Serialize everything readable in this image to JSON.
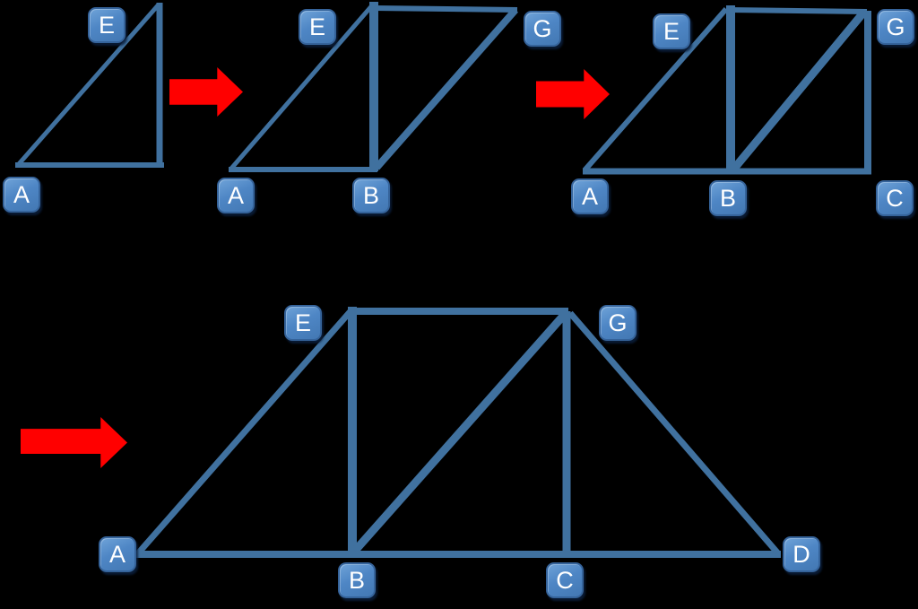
{
  "diagram": {
    "kind": "truss-construction-steps",
    "background": "#000000"
  },
  "colors": {
    "line": "#40719F",
    "label_fill": "#4E86C5",
    "label_fill_light": "#6FA3D8",
    "label_fill_dark": "#4378B3",
    "label_border": "#35639A",
    "label_text": "#FFFFFF",
    "arrow": "#FF0000"
  },
  "figures": [
    {
      "id": "step-1",
      "nodes": [
        {
          "id": "E",
          "text": "E"
        },
        {
          "id": "A",
          "text": "A"
        }
      ],
      "edges": [
        "A-E",
        "E-B",
        "A-B"
      ]
    },
    {
      "id": "step-2",
      "nodes": [
        {
          "id": "E",
          "text": "E"
        },
        {
          "id": "G",
          "text": "G"
        },
        {
          "id": "A",
          "text": "A"
        },
        {
          "id": "B",
          "text": "B"
        }
      ],
      "edges": [
        "A-E",
        "E-B",
        "A-B",
        "E-G",
        "G-B"
      ]
    },
    {
      "id": "step-3",
      "nodes": [
        {
          "id": "E",
          "text": "E"
        },
        {
          "id": "G",
          "text": "G"
        },
        {
          "id": "A",
          "text": "A"
        },
        {
          "id": "B",
          "text": "B"
        },
        {
          "id": "C",
          "text": "C"
        }
      ],
      "edges": [
        "A-E",
        "E-B",
        "A-C",
        "E-G",
        "G-B",
        "G-C"
      ]
    },
    {
      "id": "step-4",
      "nodes": [
        {
          "id": "E",
          "text": "E"
        },
        {
          "id": "G",
          "text": "G"
        },
        {
          "id": "A",
          "text": "A"
        },
        {
          "id": "B",
          "text": "B"
        },
        {
          "id": "C",
          "text": "C"
        },
        {
          "id": "D",
          "text": "D"
        }
      ],
      "edges": [
        "A-E",
        "E-B",
        "A-D",
        "E-G",
        "G-B",
        "G-C",
        "G-D"
      ]
    }
  ],
  "arrows": [
    {
      "id": "arrow-1"
    },
    {
      "id": "arrow-2"
    },
    {
      "id": "arrow-3"
    }
  ]
}
